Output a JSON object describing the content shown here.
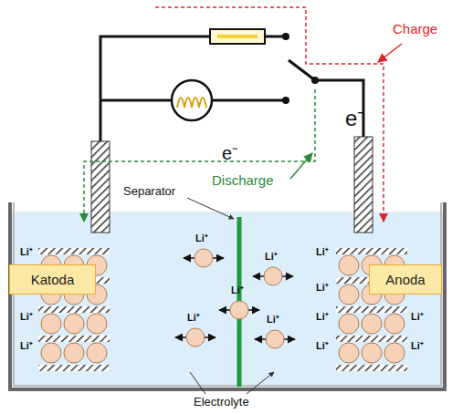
{
  "diagram": {
    "nodes": [
      {
        "text": [
          "Katoda"
        ]
      },
      {
        "text": [
          "Anoda"
        ]
      }
    ],
    "labels": [
      "Charge",
      "e⁻",
      "e⁻",
      "Discharge",
      "Separator",
      "Electrolyte",
      "Li⁺",
      "Li⁺",
      "Li⁺",
      "Li⁺",
      "Li⁺",
      "Li⁺",
      "Li⁺",
      "Li⁺",
      "Li⁺",
      "Li⁺",
      "Li⁺",
      "Li⁺",
      "Li⁺",
      "Li⁺"
    ]
  }
}
